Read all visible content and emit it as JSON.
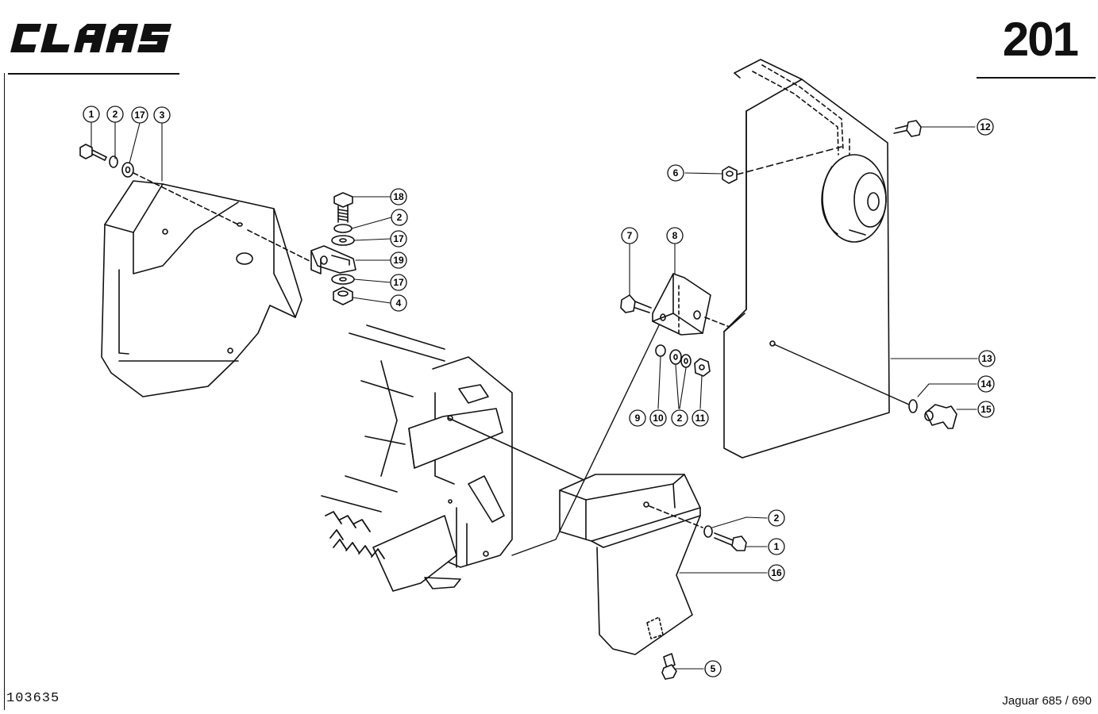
{
  "header": {
    "brand": "CLAAS",
    "page_number": "201"
  },
  "footer": {
    "document_id": "103635",
    "model": "Jaguar 685 / 690"
  },
  "callouts": {
    "c1a": "1",
    "c2a": "2",
    "c17a": "17",
    "c3": "3",
    "c18": "18",
    "c2b": "2",
    "c17b": "17",
    "c19": "19",
    "c17c": "17",
    "c4": "4",
    "c7": "7",
    "c8": "8",
    "c9": "9",
    "c10": "10",
    "c2c": "2",
    "c11": "11",
    "c6": "6",
    "c12": "12",
    "c13": "13",
    "c14": "14",
    "c15": "15",
    "c2d": "2",
    "c1b": "1",
    "c16": "16",
    "c5": "5"
  },
  "colors": {
    "ink": "#111111",
    "paper": "#ffffff",
    "panel": "#f7f7f7"
  }
}
